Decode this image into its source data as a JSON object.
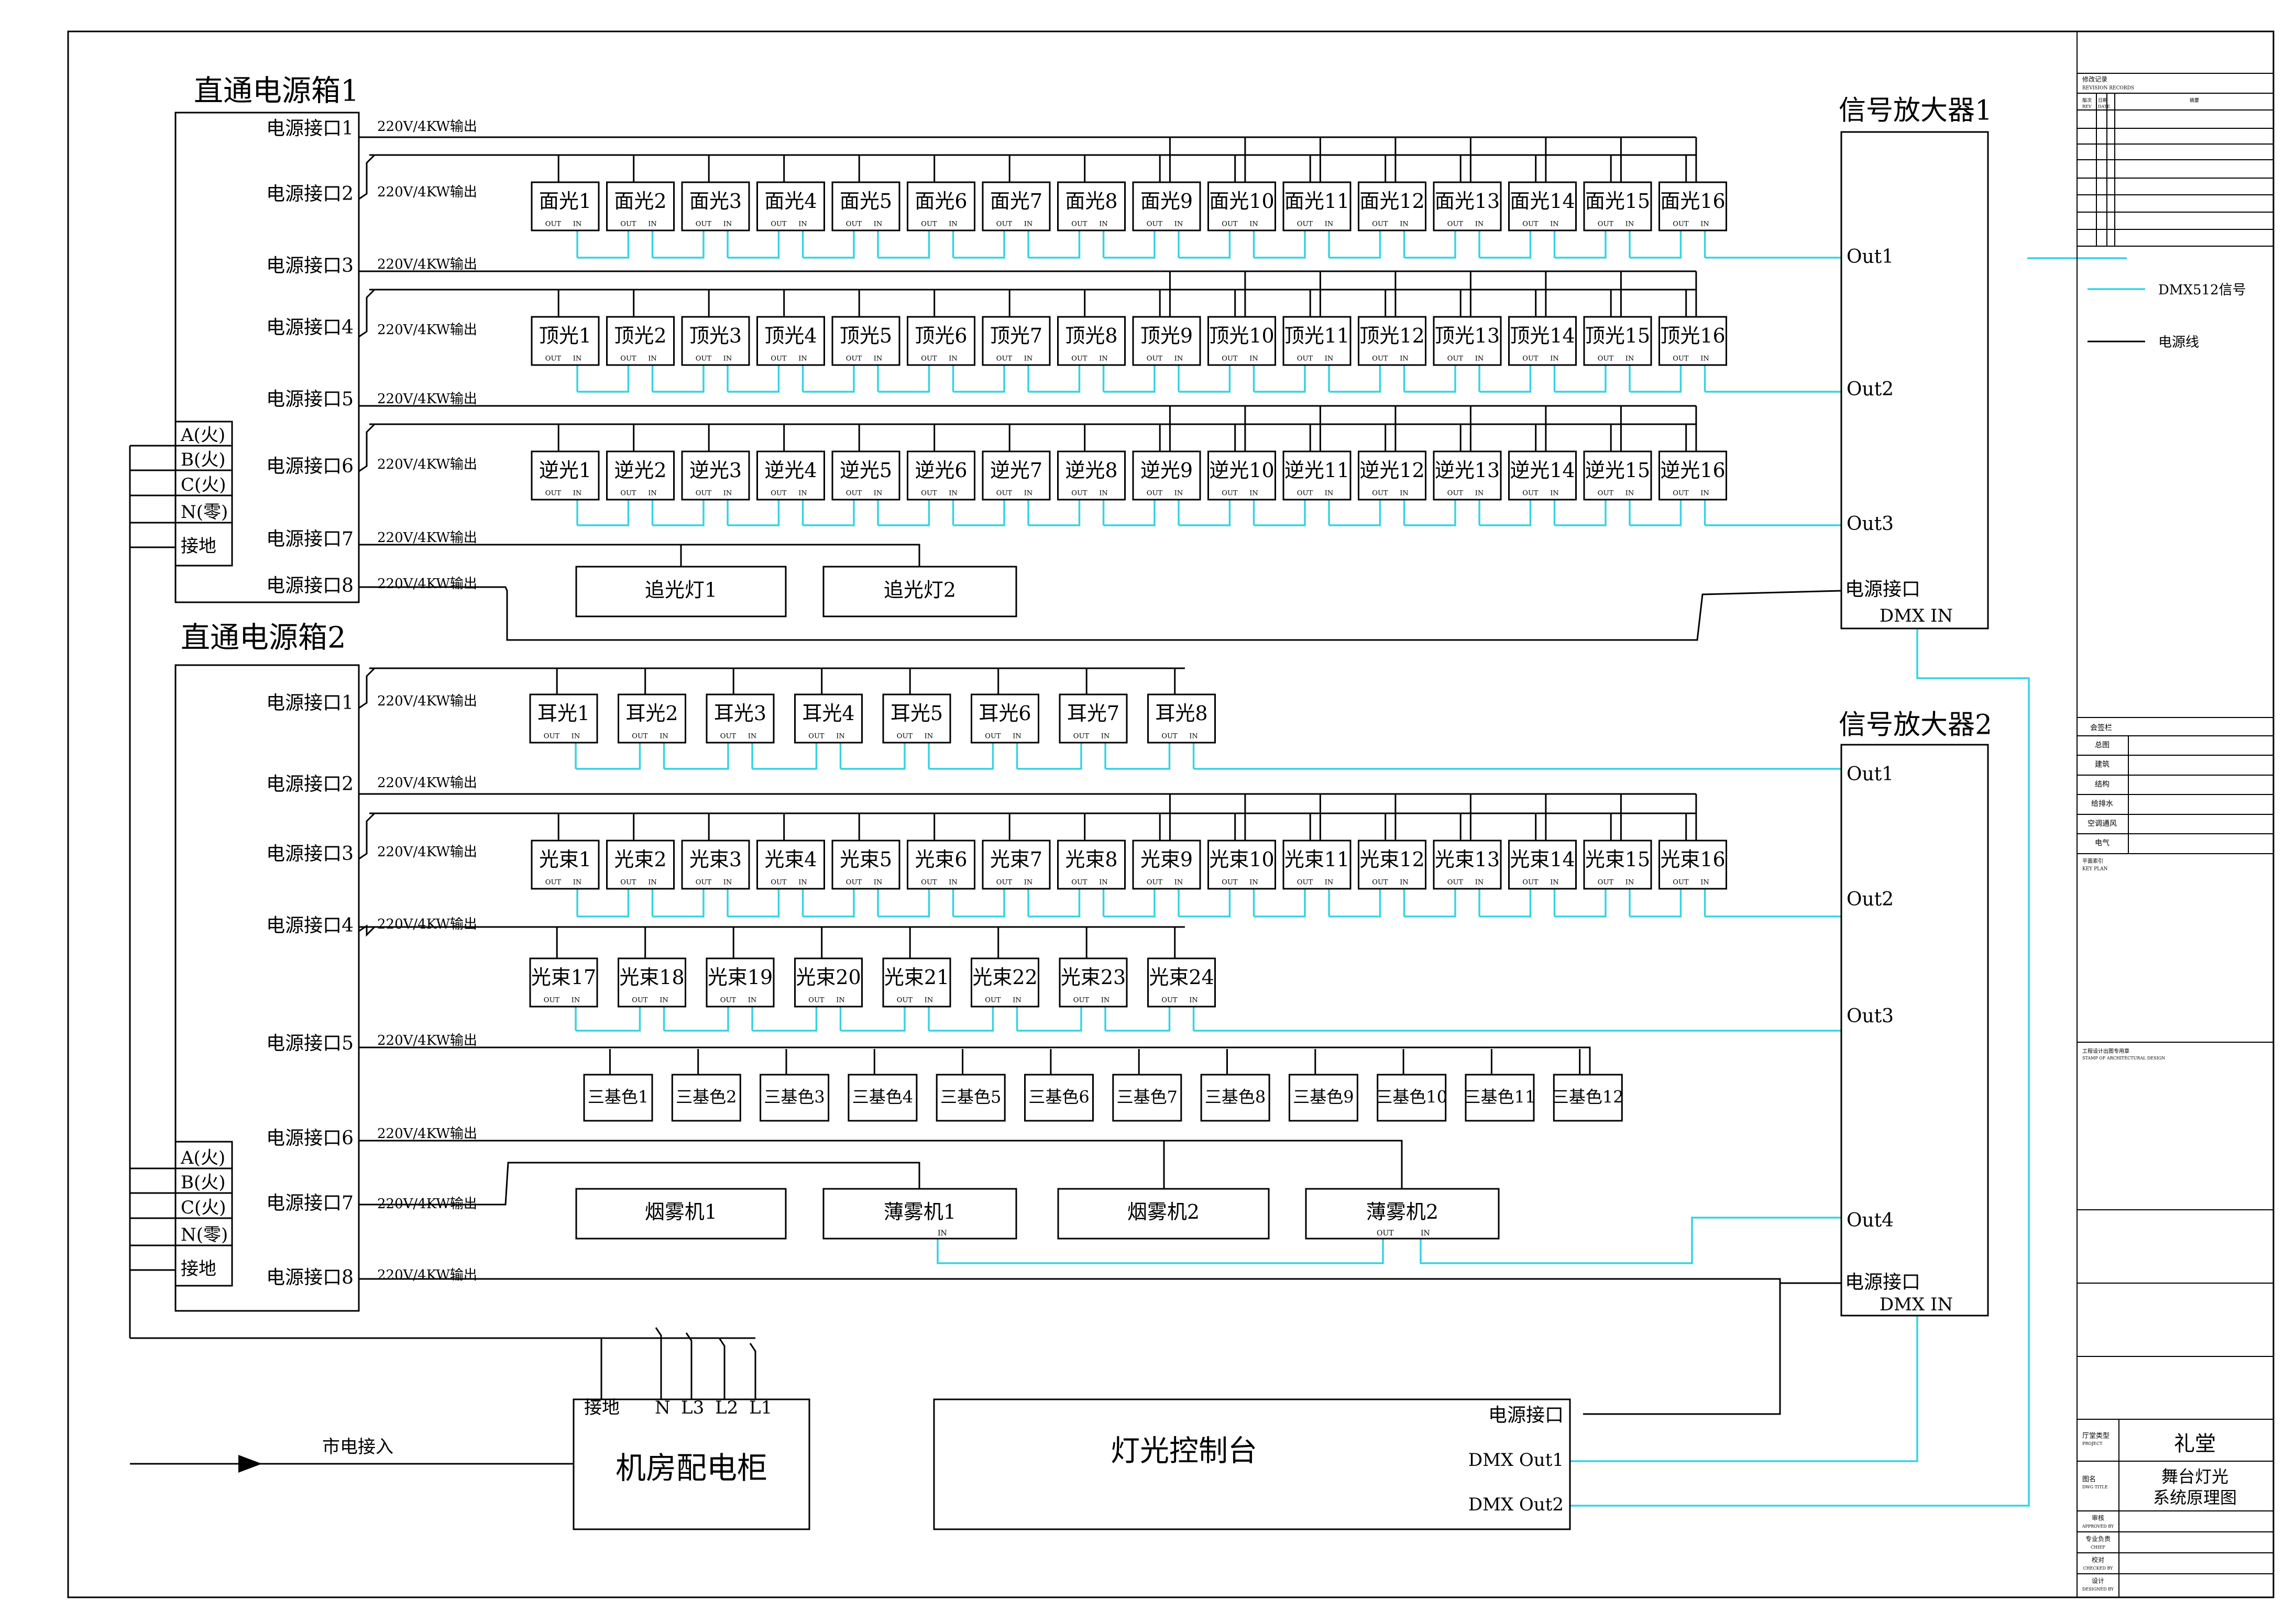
{
  "colors": {
    "dmx": "#35d3e2",
    "power": "#000000",
    "title": "#d7342f"
  },
  "boxes": {
    "box1_title": "直通电源箱1",
    "box2_title": "直通电源箱2",
    "ports": [
      "电源接口1",
      "电源接口2",
      "电源接口3",
      "电源接口4",
      "电源接口5",
      "电源接口6",
      "电源接口7",
      "电源接口8"
    ],
    "phases": [
      "A(火)",
      "B(火)",
      "C(火)",
      "N(零)",
      "接地"
    ],
    "output_label": "220V/4KW输出"
  },
  "fixtures": {
    "face": [
      "面光1",
      "面光2",
      "面光3",
      "面光4",
      "面光5",
      "面光6",
      "面光7",
      "面光8",
      "面光9",
      "面光10",
      "面光11",
      "面光12",
      "面光13",
      "面光14",
      "面光15",
      "面光16"
    ],
    "top": [
      "顶光1",
      "顶光2",
      "顶光3",
      "顶光4",
      "顶光5",
      "顶光6",
      "顶光7",
      "顶光8",
      "顶光9",
      "顶光10",
      "顶光11",
      "顶光12",
      "顶光13",
      "顶光14",
      "顶光15",
      "顶光16"
    ],
    "back": [
      "逆光1",
      "逆光2",
      "逆光3",
      "逆光4",
      "逆光5",
      "逆光6",
      "逆光7",
      "逆光8",
      "逆光9",
      "逆光10",
      "逆光11",
      "逆光12",
      "逆光13",
      "逆光14",
      "逆光15",
      "逆光16"
    ],
    "follow": [
      "追光灯1",
      "追光灯2"
    ],
    "ear": [
      "耳光1",
      "耳光2",
      "耳光3",
      "耳光4",
      "耳光5",
      "耳光6",
      "耳光7",
      "耳光8"
    ],
    "beam_a": [
      "光束1",
      "光束2",
      "光束3",
      "光束4",
      "光束5",
      "光束6",
      "光束7",
      "光束8",
      "光束9",
      "光束10",
      "光束11",
      "光束12",
      "光束13",
      "光束14",
      "光束15",
      "光束16"
    ],
    "beam_b": [
      "光束17",
      "光束18",
      "光束19",
      "光束20",
      "光束21",
      "光束22",
      "光束23",
      "光束24"
    ],
    "rgb": [
      "三基色1",
      "三基色2",
      "三基色3",
      "三基色4",
      "三基色5",
      "三基色6",
      "三基色7",
      "三基色8",
      "三基色9",
      "三基色10",
      "三基色11",
      "三基色12"
    ],
    "fx": [
      "烟雾机1",
      "薄雾机1",
      "烟雾机2",
      "薄雾机2"
    ],
    "out_label": "OUT",
    "in_label": "IN"
  },
  "amplifiers": {
    "amp1_title": "信号放大器1",
    "amp2_title": "信号放大器2",
    "amp1_outs": [
      "Out1",
      "Out2",
      "Out3"
    ],
    "amp2_outs": [
      "Out1",
      "Out2",
      "Out3",
      "Out4"
    ],
    "power_port": "电源接口",
    "dmx_in": "DMX IN"
  },
  "cabinet": {
    "title": "机房配电柜",
    "terminals": [
      "接地",
      "N",
      "L3",
      "L2",
      "L1"
    ],
    "mains": "市电接入"
  },
  "console": {
    "title": "灯光控制台",
    "power_port": "电源接口",
    "dmx_out1": "DMX Out1",
    "dmx_out2": "DMX Out2"
  },
  "legend": {
    "dmx": "DMX512信号",
    "power": "电源线"
  },
  "titleblock": {
    "revision_header": "修改记录",
    "revision_sub": "REVISION RECORDS",
    "rev_cols": [
      "版次",
      "日期",
      "摘要"
    ],
    "rev_cols_sub": [
      "REV",
      "DATE"
    ],
    "sign_header": "会签栏",
    "sign_rows": [
      "总图",
      "建筑",
      "结构",
      "给排水",
      "空调通风",
      "电气"
    ],
    "keyplan": "平面索引",
    "keyplan_sub": "KEY PLAN",
    "stamp": "工程设计出图专用章",
    "stamp_sub": "STAMP OF ARCHITECTURAL DESIGN",
    "project_label": "厅堂类型",
    "project_sub": "PROJECT",
    "project_name": "礼堂",
    "drawing_label": "图名",
    "drawing_sub": "DWG TITLE",
    "drawing_name_1": "舞台灯光",
    "drawing_name_2": "系统原理图",
    "approval_rows": [
      {
        "zh": "审核",
        "en": "APPROVED BY"
      },
      {
        "zh": "专业负责",
        "en": "CHIEF"
      },
      {
        "zh": "校对",
        "en": "CHECKED BY"
      },
      {
        "zh": "设计",
        "en": "DESIGNED BY"
      }
    ]
  }
}
